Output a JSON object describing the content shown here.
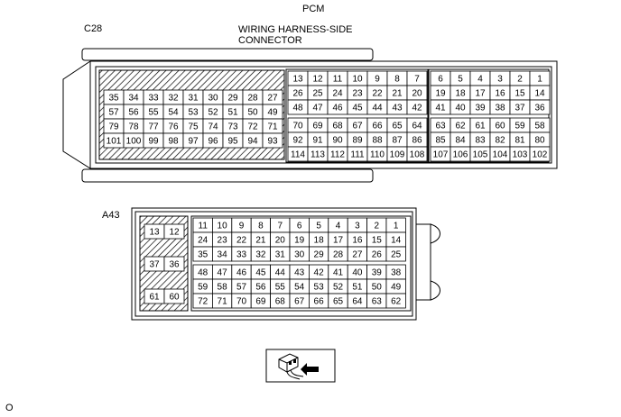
{
  "labels": {
    "title": "PCM",
    "c28": "C28",
    "harness_line1": "WIRING HARNESS-SIDE",
    "harness_line2": "CONNECTOR",
    "a43": "A43",
    "footer": "O"
  },
  "connector_c28": {
    "shaded_grid": [
      [
        "35",
        "34",
        "33",
        "32",
        "31",
        "30",
        "29",
        "28",
        "27"
      ],
      [
        "57",
        "56",
        "55",
        "54",
        "53",
        "52",
        "51",
        "50",
        "49"
      ],
      [
        "79",
        "78",
        "77",
        "76",
        "75",
        "74",
        "73",
        "72",
        "71"
      ],
      [
        "101",
        "100",
        "99",
        "98",
        "97",
        "96",
        "95",
        "94",
        "93"
      ]
    ],
    "mid_upper": [
      [
        "13",
        "12",
        "11",
        "10",
        "9",
        "8",
        "7"
      ],
      [
        "26",
        "25",
        "24",
        "23",
        "22",
        "21",
        "20"
      ],
      [
        "48",
        "47",
        "46",
        "45",
        "44",
        "43",
        "42"
      ]
    ],
    "mid_lower": [
      [
        "70",
        "69",
        "68",
        "67",
        "66",
        "65",
        "64"
      ],
      [
        "92",
        "91",
        "90",
        "89",
        "88",
        "87",
        "86"
      ],
      [
        "114",
        "113",
        "112",
        "111",
        "110",
        "109",
        "108"
      ]
    ],
    "right_upper": [
      [
        "6",
        "5",
        "4",
        "3",
        "2",
        "1"
      ],
      [
        "19",
        "18",
        "17",
        "16",
        "15",
        "14"
      ],
      [
        "41",
        "40",
        "39",
        "38",
        "37",
        "36"
      ]
    ],
    "right_lower": [
      [
        "63",
        "62",
        "61",
        "60",
        "59",
        "58"
      ],
      [
        "85",
        "84",
        "83",
        "82",
        "81",
        "80"
      ],
      [
        "107",
        "106",
        "105",
        "104",
        "103",
        "102"
      ]
    ]
  },
  "connector_a43": {
    "shaded_pairs": [
      [
        "13",
        "12"
      ],
      [
        "37",
        "36"
      ],
      [
        "61",
        "60"
      ]
    ],
    "upper": [
      [
        "11",
        "10",
        "9",
        "8",
        "7",
        "6",
        "5",
        "4",
        "3",
        "2",
        "1"
      ],
      [
        "24",
        "23",
        "22",
        "21",
        "20",
        "19",
        "18",
        "17",
        "16",
        "15",
        "14"
      ],
      [
        "35",
        "34",
        "33",
        "32",
        "31",
        "30",
        "29",
        "28",
        "27",
        "26",
        "25"
      ]
    ],
    "lower": [
      [
        "48",
        "47",
        "46",
        "45",
        "44",
        "43",
        "42",
        "41",
        "40",
        "39",
        "38"
      ],
      [
        "59",
        "58",
        "57",
        "56",
        "55",
        "54",
        "53",
        "52",
        "51",
        "50",
        "49"
      ],
      [
        "72",
        "71",
        "70",
        "69",
        "68",
        "67",
        "66",
        "65",
        "64",
        "63",
        "62"
      ]
    ]
  }
}
